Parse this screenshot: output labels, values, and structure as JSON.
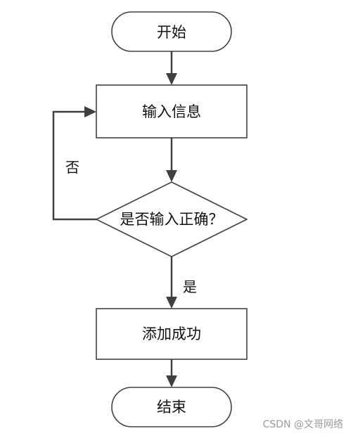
{
  "diagram": {
    "nodes": {
      "start": "开始",
      "input": "输入信息",
      "decision": "是否输入正确？",
      "add": "添加成功",
      "end": "结束"
    },
    "edges": {
      "no_label": "否",
      "yes_label": "是"
    }
  },
  "watermark": "CSDN @文哥网络",
  "colors": {
    "stroke": "#404040",
    "fill": "#ffffff",
    "text": "#111111",
    "watermark": "#9a9a9a"
  }
}
